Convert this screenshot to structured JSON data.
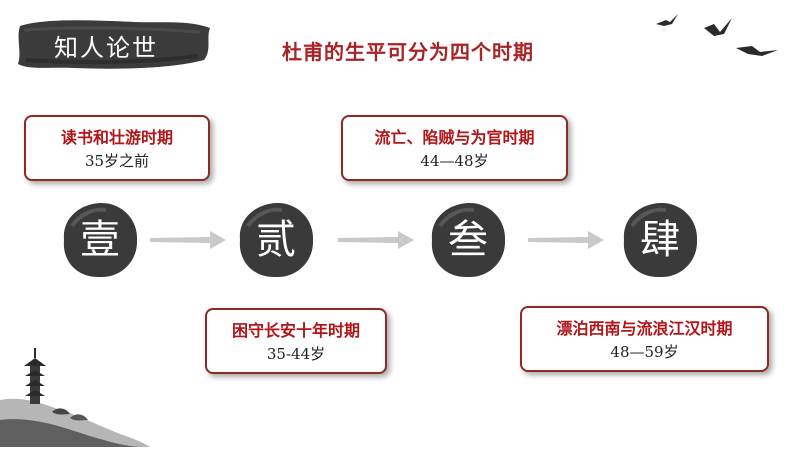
{
  "header": {
    "title": "知人论世"
  },
  "slide": {
    "title": "杜甫的生平可分为四个时期"
  },
  "periods": [
    {
      "numeral": "壹",
      "name": "读书和壮游时期",
      "years": "35岁之前"
    },
    {
      "numeral": "贰",
      "name": "困守长安十年时期",
      "years": "35-44岁"
    },
    {
      "numeral": "叁",
      "name": "流亡、陷贼与为官时期",
      "years": "44—48岁"
    },
    {
      "numeral": "肆",
      "name": "漂泊西南与流浪江汉时期",
      "years": "48—59岁"
    }
  ],
  "colors": {
    "accent": "#a82326",
    "border": "#8e2a22",
    "ink": "#3a3a3a"
  }
}
